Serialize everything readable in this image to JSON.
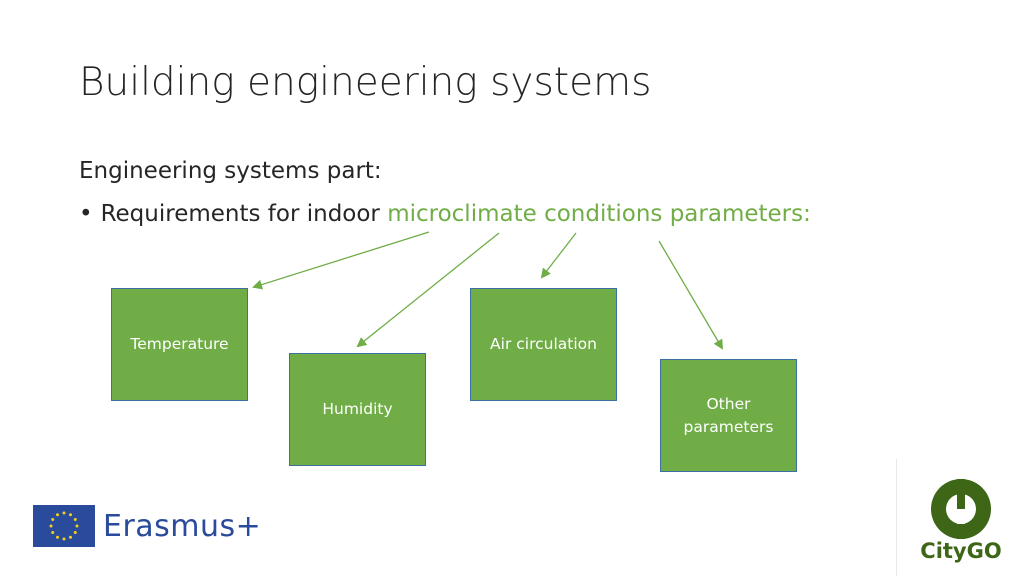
{
  "slide": {
    "title": "Building engineering systems",
    "subtitle": "Engineering systems part:",
    "bullet": {
      "prefix": "Requirements for indoor ",
      "highlight": "microclimate conditions parameters:"
    }
  },
  "diagram": {
    "nodes": [
      {
        "id": "temperature",
        "label": "Temperature"
      },
      {
        "id": "humidity",
        "label": "Humidity"
      },
      {
        "id": "air",
        "label": "Air circulation"
      },
      {
        "id": "other",
        "label": "Other parameters"
      }
    ],
    "edges": [
      {
        "from": "bullet-highlight",
        "to": "temperature"
      },
      {
        "from": "bullet-highlight",
        "to": "humidity"
      },
      {
        "from": "bullet-highlight",
        "to": "air"
      },
      {
        "from": "bullet-highlight",
        "to": "other"
      }
    ],
    "colors": {
      "node_fill": "#70ad47",
      "node_border": "#3c6fa3",
      "arrow": "#70ad47",
      "highlight_text": "#70ad47"
    }
  },
  "footer": {
    "erasmus_label": "Erasmus+",
    "citygo_label": "CityGO"
  },
  "icons": {
    "eu_flag": "eu-flag-icon",
    "citygo_logo": "citygo-logo-icon"
  }
}
